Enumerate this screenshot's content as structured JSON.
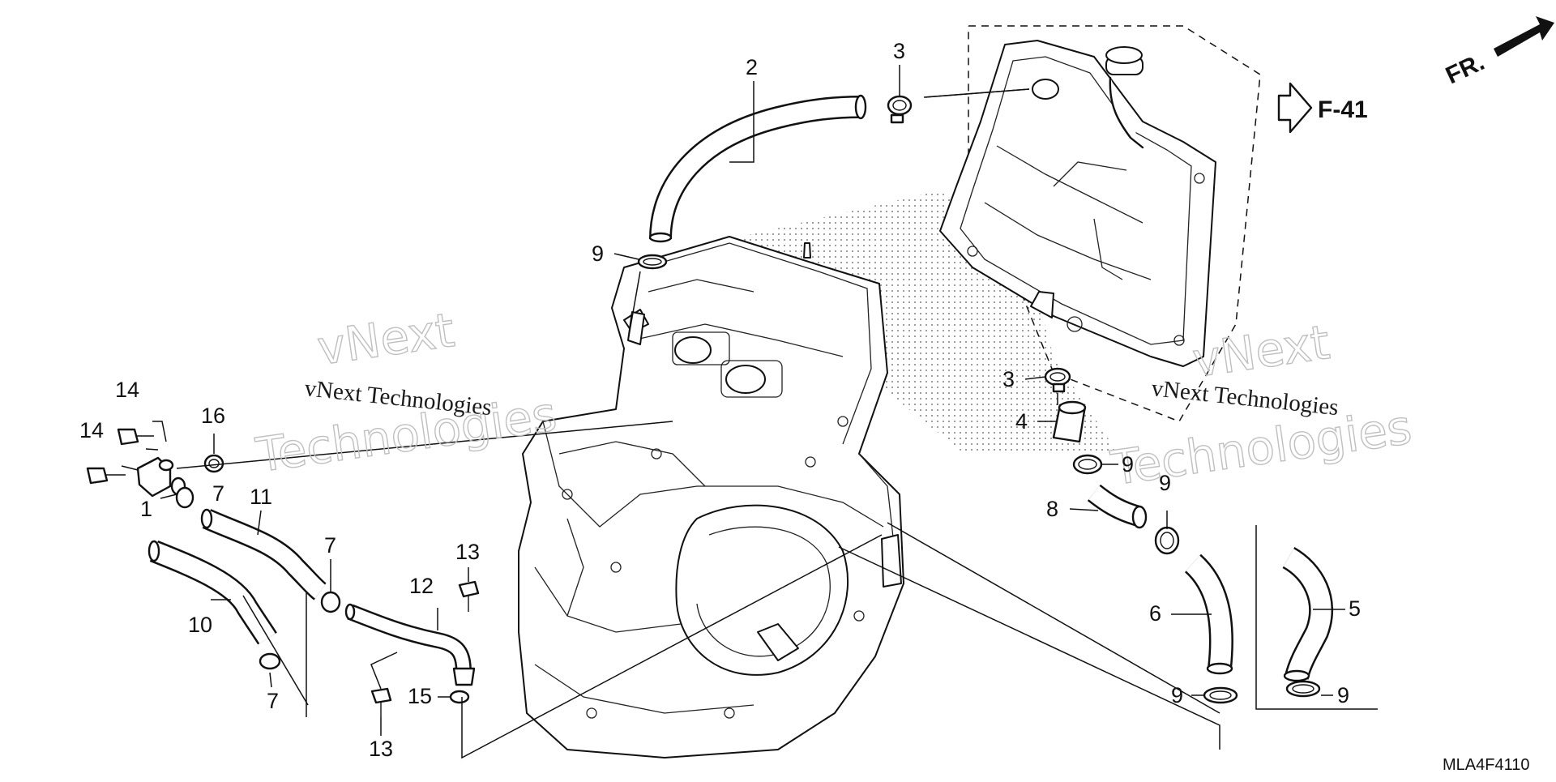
{
  "diagram": {
    "code": "MLA4F4110",
    "reference": "F-41",
    "front_label": "FR.",
    "watermark": {
      "company": "vNext Technologies",
      "ghost_top": "vNext",
      "ghost_bottom": "Technologies"
    },
    "callouts": [
      {
        "id": "c1",
        "text": "1"
      },
      {
        "id": "c2",
        "text": "2"
      },
      {
        "id": "c3a",
        "text": "3"
      },
      {
        "id": "c3b",
        "text": "3"
      },
      {
        "id": "c4",
        "text": "4"
      },
      {
        "id": "c5",
        "text": "5"
      },
      {
        "id": "c6",
        "text": "6"
      },
      {
        "id": "c7a",
        "text": "7"
      },
      {
        "id": "c7b",
        "text": "7"
      },
      {
        "id": "c7c",
        "text": "7"
      },
      {
        "id": "c8",
        "text": "8"
      },
      {
        "id": "c9a",
        "text": "9"
      },
      {
        "id": "c9b",
        "text": "9"
      },
      {
        "id": "c9c",
        "text": "9"
      },
      {
        "id": "c9d",
        "text": "9"
      },
      {
        "id": "c9e",
        "text": "9"
      },
      {
        "id": "c10",
        "text": "10"
      },
      {
        "id": "c11",
        "text": "11"
      },
      {
        "id": "c12",
        "text": "12"
      },
      {
        "id": "c13a",
        "text": "13"
      },
      {
        "id": "c13b",
        "text": "13"
      },
      {
        "id": "c14a",
        "text": "14"
      },
      {
        "id": "c14b",
        "text": "14"
      },
      {
        "id": "c15",
        "text": "15"
      },
      {
        "id": "c16",
        "text": "16"
      }
    ]
  }
}
